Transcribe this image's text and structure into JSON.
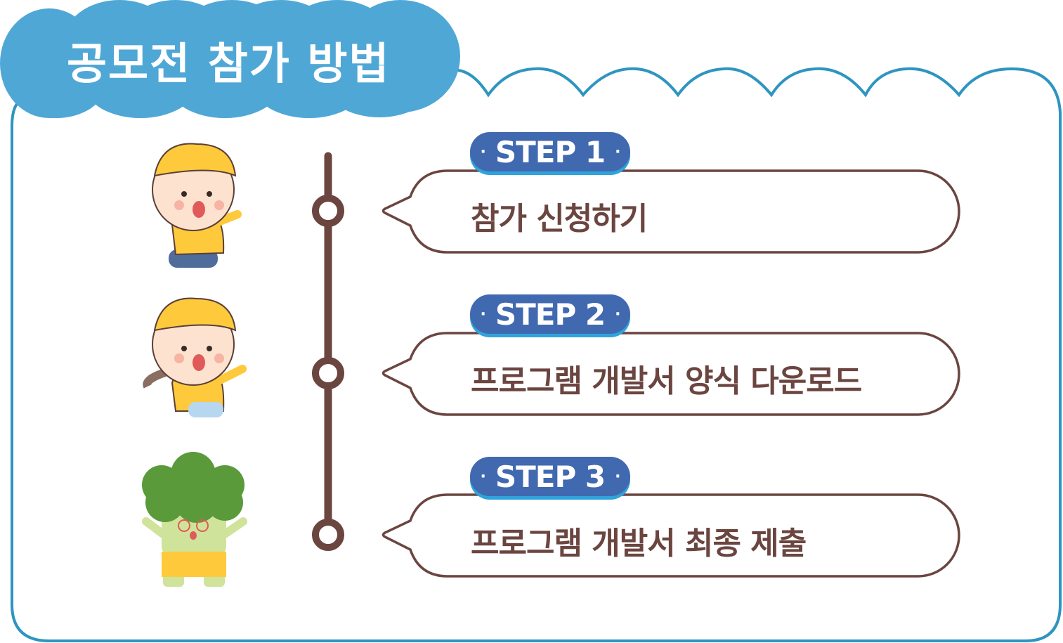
{
  "title": "공모전 참가 방법",
  "steps": [
    {
      "badge": "STEP 1",
      "label": "참가 신청하기"
    },
    {
      "badge": "STEP 2",
      "label": "프로그램 개발서 양식 다운로드"
    },
    {
      "badge": "STEP 3",
      "label": "프로그램 개발서 최종 제출"
    }
  ],
  "badge_dot": "·",
  "colors": {
    "cloud": "#4fa7d6",
    "frame": "#2e95c0",
    "brown": "#6b4540",
    "badge": "#4169b0",
    "badge_shadow": "#2fa3dc"
  }
}
